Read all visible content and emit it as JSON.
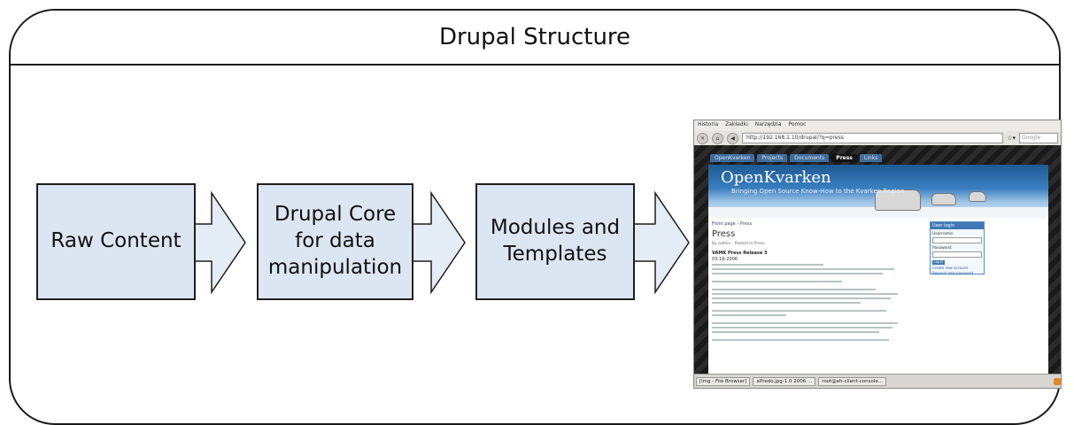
{
  "title": "Drupal Structure",
  "steps": [
    {
      "label": "Raw Content"
    },
    {
      "label": "Drupal Core\nfor data\nmanipulation"
    },
    {
      "label": "Modules and\nTemplates"
    }
  ],
  "colors": {
    "box_fill": "#dce6f2",
    "arrow_fill": "#e4ecf6",
    "stroke": "#1f1f1f"
  },
  "screenshot": {
    "menu": [
      "Historia",
      "Zakładki",
      "Narzędzia",
      "Pomoc"
    ],
    "url": "http://192.168.1.10/drupal/?q=press",
    "search_placeholder": "Google",
    "nav_tabs": [
      "OpenKvarken",
      "Projects",
      "Documents",
      "Press",
      "Links"
    ],
    "active_tab": "Press",
    "site_name": "OpenKvarken",
    "tagline": "Bringing Open Source Know-How to the Kvarken Region",
    "breadcrumb": "Front page › Press",
    "page_title": "Press",
    "byline": "By admin - Posted in Press",
    "release_title": "VAMK Press Release 3",
    "release_date": "03-16-2006",
    "login": {
      "heading": "User login",
      "username_label": "Username:",
      "password_label": "Password:",
      "button": "Log in",
      "link_create": "Create new account",
      "link_password": "Request new password"
    },
    "taskbar": [
      "[img - File Browser]",
      "alfredo.jpg-1.0 2006 ...",
      "root@eh-client-console..."
    ]
  }
}
